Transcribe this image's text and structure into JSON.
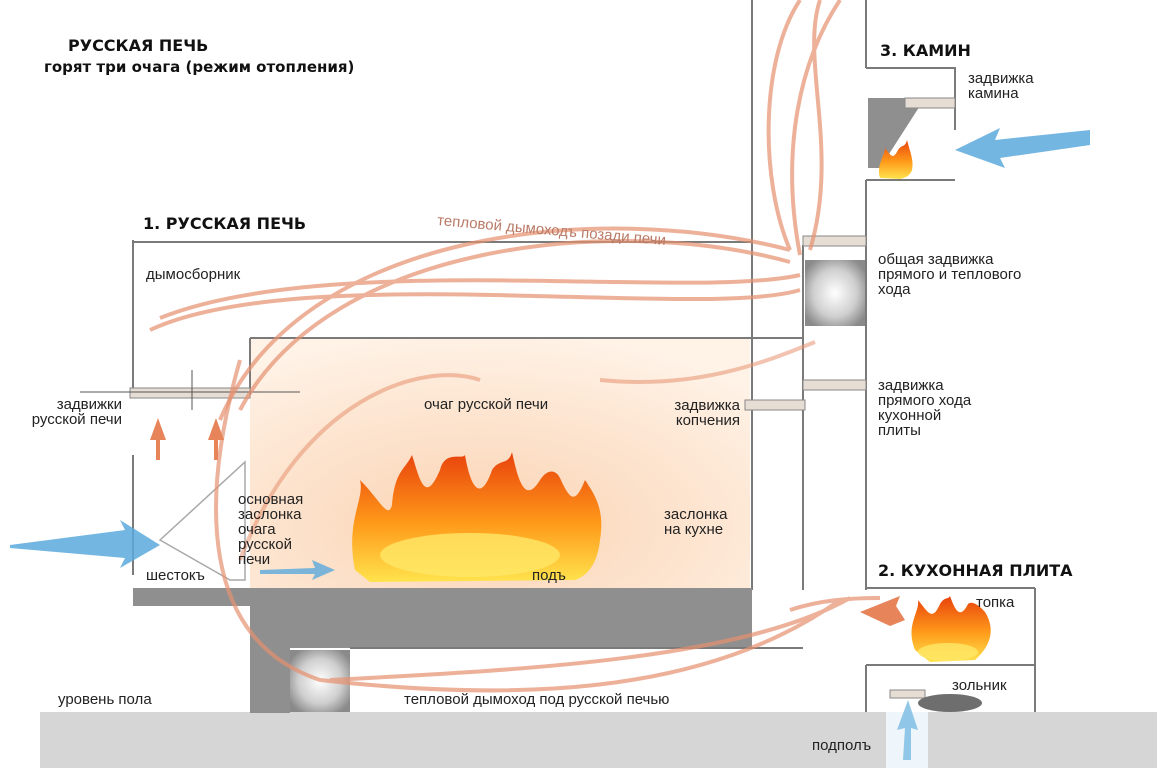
{
  "header": {
    "title": "РУССКАЯ ПЕЧЬ",
    "subtitle": "горят три очага (режим отопления)"
  },
  "sections": {
    "oven": "1. РУССКАЯ ПЕЧЬ",
    "stove": "2. КУХОННАЯ ПЛИТА",
    "fireplace": "3. КАМИН"
  },
  "labels": {
    "smoke_collector": "дымосборник",
    "oven_dampers": "задвижки\nрусской печи",
    "hearth": "очаг русской печи",
    "smoking_damper": "задвижка\nкопчения",
    "main_shutter": "основная\nзаслонка\nочага\nрусской\nпечи",
    "shestok": "шестокъ",
    "pod": "подъ",
    "kitchen_shutter": "заслонка\nна кухне",
    "floor_level": "уровень пола",
    "under_flue": "тепловой дымоход под русской печью",
    "back_flue": "тепловой дымоходъ позади печи",
    "fireplace_damper": "задвижка\nкамина",
    "common_damper": "общая задвижка\nпрямого и теплового\nхода",
    "stove_direct_damper": "задвижка\nпрямого хода\nкухонной\nплиты",
    "firebox": "топка",
    "ash_pit": "зольник",
    "underfloor": "подполъ"
  },
  "colors": {
    "structure": "#8f8f8f",
    "floor": "#d3d3d3",
    "flame_outer": "#ef5a14",
    "flame_inner": "#ffd23a",
    "smoke": "#e08b63",
    "air": "#5aa9dc"
  }
}
